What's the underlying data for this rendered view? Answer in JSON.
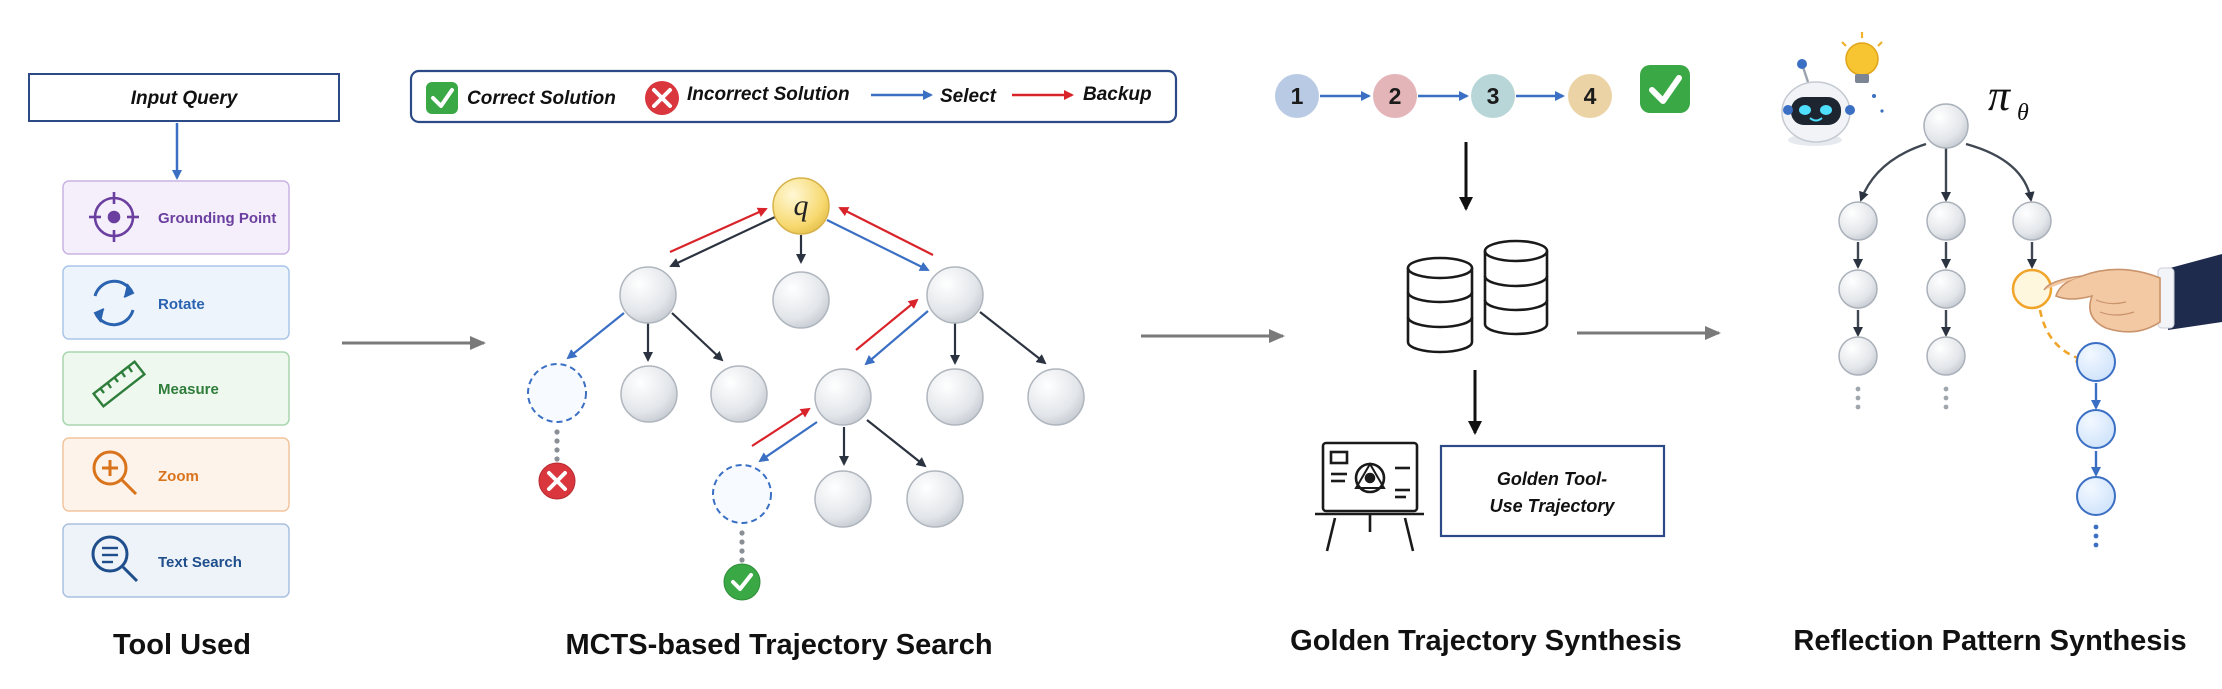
{
  "input_query": "Input Query",
  "tools": [
    {
      "label": "Grounding Point",
      "icon": "crosshair-icon",
      "color": "#6b3fa0",
      "bg": "#f4effb",
      "border": "#c9b4e4"
    },
    {
      "label": "Rotate",
      "icon": "rotate-icon",
      "color": "#2a63b0",
      "bg": "#eef4fc",
      "border": "#a9c6ea"
    },
    {
      "label": "Measure",
      "icon": "ruler-icon",
      "color": "#2f7d3a",
      "bg": "#eef8ef",
      "border": "#a8d6ad"
    },
    {
      "label": "Zoom",
      "icon": "zoom-icon",
      "color": "#d9731c",
      "bg": "#fdf3ea",
      "border": "#f1c59e"
    },
    {
      "label": "Text Search",
      "icon": "text-search-icon",
      "color": "#1f4e8c",
      "bg": "#eef3fa",
      "border": "#a9c0e0"
    }
  ],
  "legend": {
    "correct": "Correct Solution",
    "incorrect": "Incorrect Solution",
    "select": "Select",
    "backup": "Backup"
  },
  "root_label": "q",
  "steps": [
    "1",
    "2",
    "3",
    "4"
  ],
  "golden_box": {
    "line1": "Golden Tool-",
    "line2": "Use Trajectory"
  },
  "policy_label": "π",
  "policy_sub": "θ",
  "titles": {
    "tools": "Tool Used",
    "mcts": "MCTS-based Trajectory Search",
    "golden": "Golden Trajectory Synthesis",
    "reflection": "Reflection Pattern Synthesis"
  },
  "colors": {
    "select": "#3a6fc4",
    "backup": "#d9232a",
    "dark_edge": "#2c3340",
    "correct": "#3aa845",
    "incorrect": "#d9363e",
    "box_border": "#2b4a86",
    "node_root": "#f7d970"
  }
}
